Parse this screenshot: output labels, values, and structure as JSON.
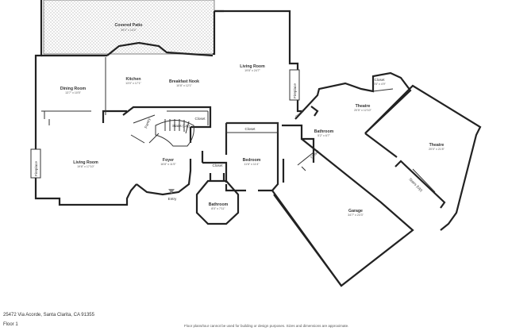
{
  "rooms": {
    "covered_patio": {
      "name": "Covered Patio",
      "dim": "39'2\" x 13'2\""
    },
    "kitchen": {
      "name": "Kitchen",
      "dim": "13'0\" x 17'1\""
    },
    "dining_room": {
      "name": "Dining Room",
      "dim": "13'7\" x 10'5\""
    },
    "breakfast_nook": {
      "name": "Breakfast Nook",
      "dim": "10'8\" x 12'1\""
    },
    "living_room_upper": {
      "name": "Living Room",
      "dim": "19'8\" x 24'7\""
    },
    "living_room_lower": {
      "name": "Living Room",
      "dim": "19'8\" x 17'10\""
    },
    "foyer": {
      "name": "Foyer",
      "dim": "16'8\" x 11'5\""
    },
    "bedroom": {
      "name": "Bedroom",
      "dim": "11'6\" x 11'4\""
    },
    "bathroom_round": {
      "name": "Bathroom",
      "dim": "8'0\" x 7'11\""
    },
    "bathroom_upper": {
      "name": "Bathroom",
      "dim": "5'2\" x 6'7\""
    },
    "theatre_small": {
      "name": "Theatre",
      "dim": "20'5\" x 12'10\""
    },
    "theatre_large": {
      "name": "Theatre",
      "dim": "20'0\" x 21'8\""
    },
    "garage": {
      "name": "Garage",
      "dim": "34'7\" x 23'3\""
    }
  },
  "labels": {
    "closet_stairs": "Closet",
    "closet_bedroom": "Closet",
    "closet_hall": "Closet",
    "closet_theatre": "Closet",
    "closet_theatre_dim": "8'6\" x 4'9\"",
    "closet_garage": "Closet",
    "closet_living": "Closet",
    "pantry": "Pantry",
    "stairs_up": "Stairs (Up)",
    "stairs_up_theatre": "Stairs (Up)",
    "entry": "Entry",
    "fireplace_left": "Fireplace",
    "fireplace_right": "Fireplace"
  },
  "footer": {
    "address": "25472 Via Acorde, Santa Clarita, CA 91355",
    "floor": "Floor 1",
    "disclaimer": "Floor plans/tour cannot be used for building or design purposes. Sizes and dimensions are approximate."
  }
}
